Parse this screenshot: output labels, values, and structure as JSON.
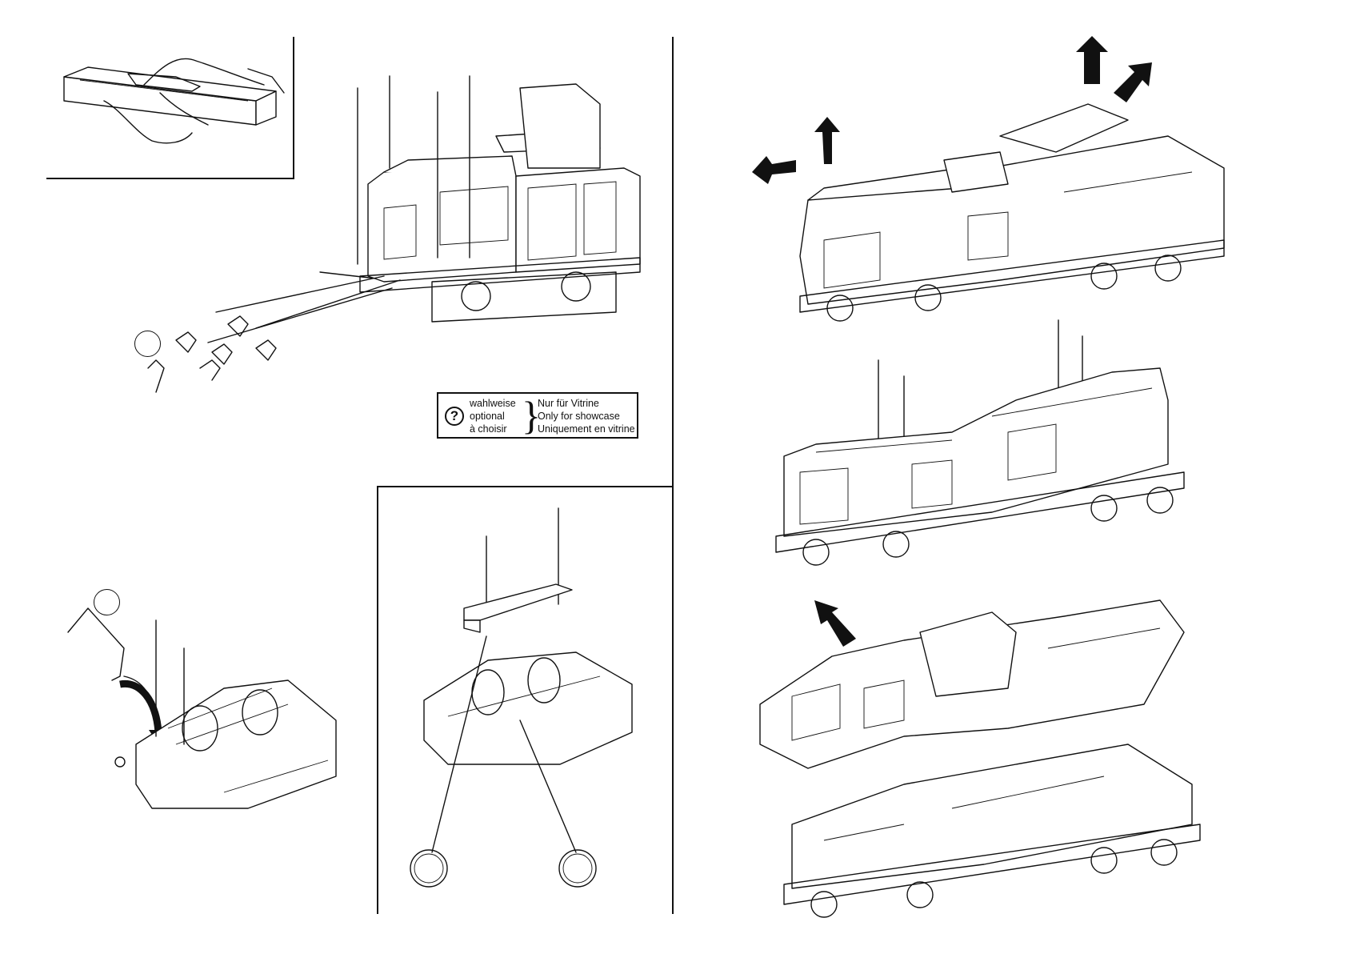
{
  "legend": {
    "symbol": "?",
    "labels_left": [
      "wahlweise",
      "optional",
      "à choisir"
    ],
    "labels_right": [
      "Nur für Vitrine",
      "Only for showcase",
      "Uniquement en vitrine"
    ]
  },
  "icons": {
    "optional_marker": "circle-marker-icon",
    "arrows": "removal-direction-arrow-icon",
    "screws": "screw-icon",
    "traction_tire": "traction-tire-icon"
  },
  "colors": {
    "ink": "#111111",
    "paper": "#ffffff"
  }
}
